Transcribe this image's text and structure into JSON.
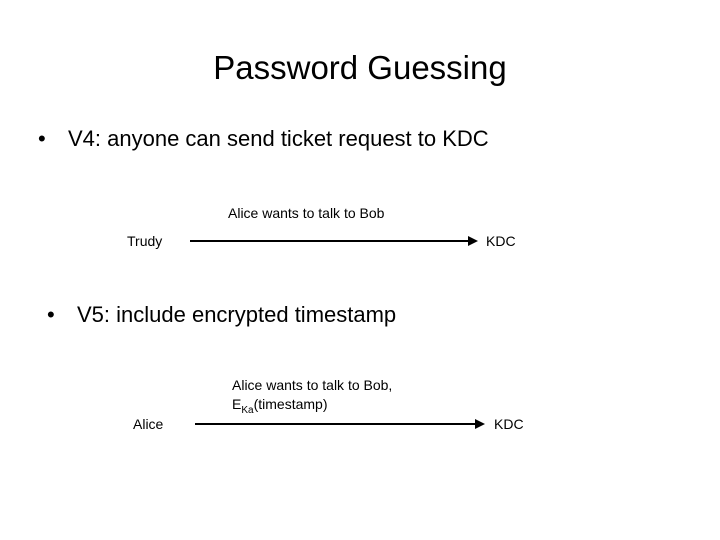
{
  "slide": {
    "title": "Password Guessing",
    "background_color": "#ffffff",
    "text_color": "#000000"
  },
  "bullets": [
    {
      "marker": "•",
      "text": "V4: anyone can send ticket request to KDC"
    },
    {
      "marker": "•",
      "text": "V5: include encrypted timestamp"
    }
  ],
  "diagrams": [
    {
      "from": "Trudy",
      "to": "KDC",
      "message_lines": [
        "Alice wants to talk to Bob"
      ],
      "arrow_direction": "right"
    },
    {
      "from": "Alice",
      "to": "KDC",
      "message_lines": [
        "Alice wants to talk to Bob,"
      ],
      "message_formula": {
        "base": "E",
        "subscript": "Ka",
        "argument": "(timestamp)"
      },
      "arrow_direction": "right"
    }
  ]
}
